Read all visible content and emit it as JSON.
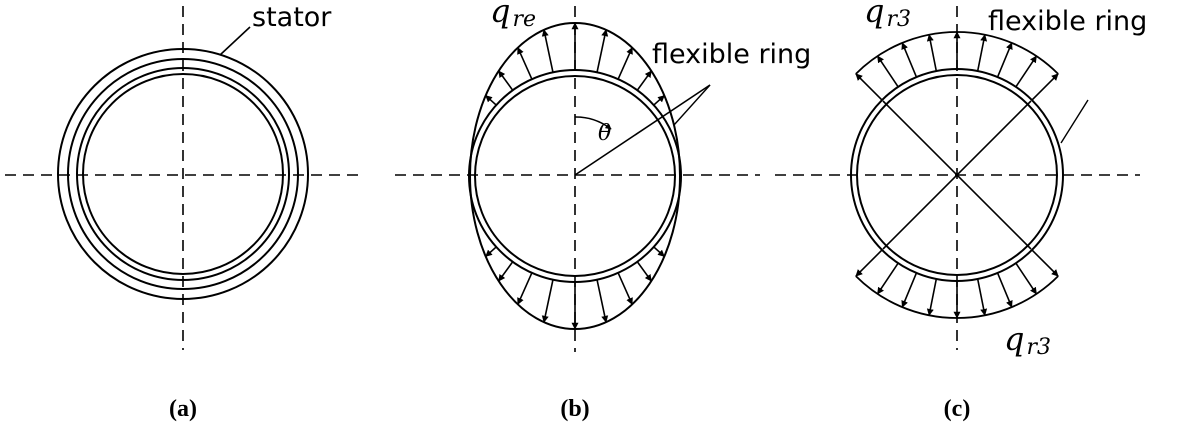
{
  "panels": [
    {
      "id": "a",
      "caption": "(a)",
      "label": "stator"
    },
    {
      "id": "b",
      "caption": "(b)",
      "label": "flexible ring",
      "load_symbol": "q",
      "load_subscript": "re",
      "angle_symbol": "θ"
    },
    {
      "id": "c",
      "caption": "(c)",
      "label": "flexible ring",
      "load_symbol": "q",
      "load_subscript": "r3"
    }
  ],
  "colors": {
    "stroke": "#000000",
    "background": "#ffffff"
  }
}
